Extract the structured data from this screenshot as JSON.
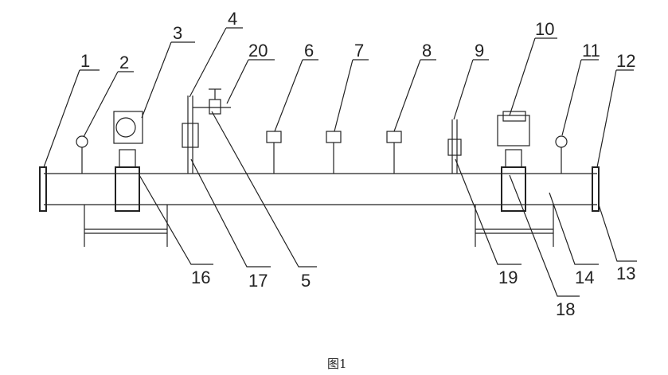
{
  "figure": {
    "caption": "图1",
    "labels": {
      "l1": "1",
      "l2": "2",
      "l3": "3",
      "l4": "4",
      "l20": "20",
      "l6": "6",
      "l7": "7",
      "l8": "8",
      "l9": "9",
      "l10": "10",
      "l11": "11",
      "l12": "12",
      "l16": "16",
      "l17": "17",
      "l5": "5",
      "l19": "19",
      "l14": "14",
      "l13": "13",
      "l18": "18"
    }
  }
}
